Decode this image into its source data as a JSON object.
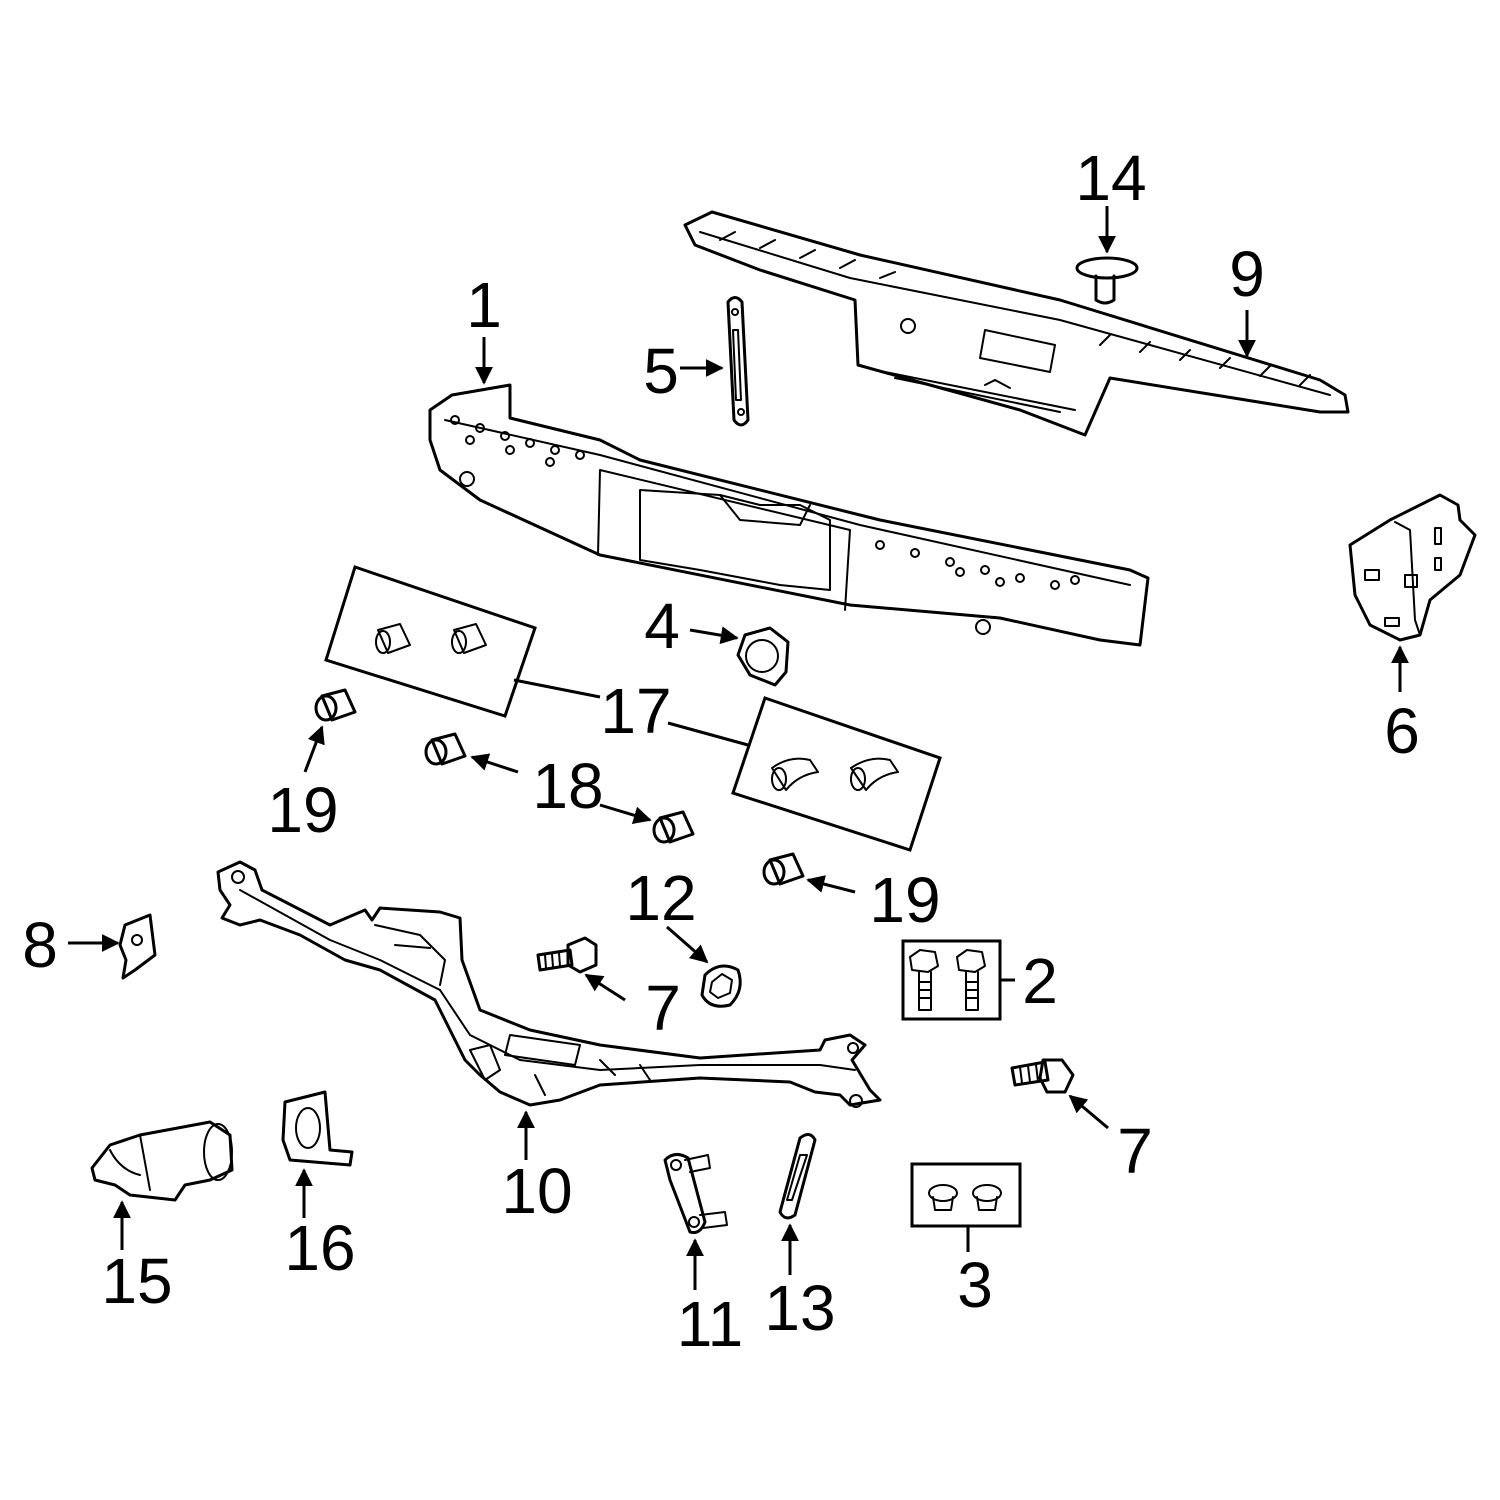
{
  "callouts": {
    "c1": "1",
    "c2": "2",
    "c3": "3",
    "c4": "4",
    "c5": "5",
    "c6": "6",
    "c7a": "7",
    "c7b": "7",
    "c8": "8",
    "c9": "9",
    "c10": "10",
    "c11": "11",
    "c12": "12",
    "c13": "13",
    "c14": "14",
    "c15": "15",
    "c16": "16",
    "c17": "17",
    "c18": "18",
    "c19a": "19",
    "c19b": "19"
  },
  "colors": {
    "line": "#000000",
    "background": "#ffffff"
  }
}
